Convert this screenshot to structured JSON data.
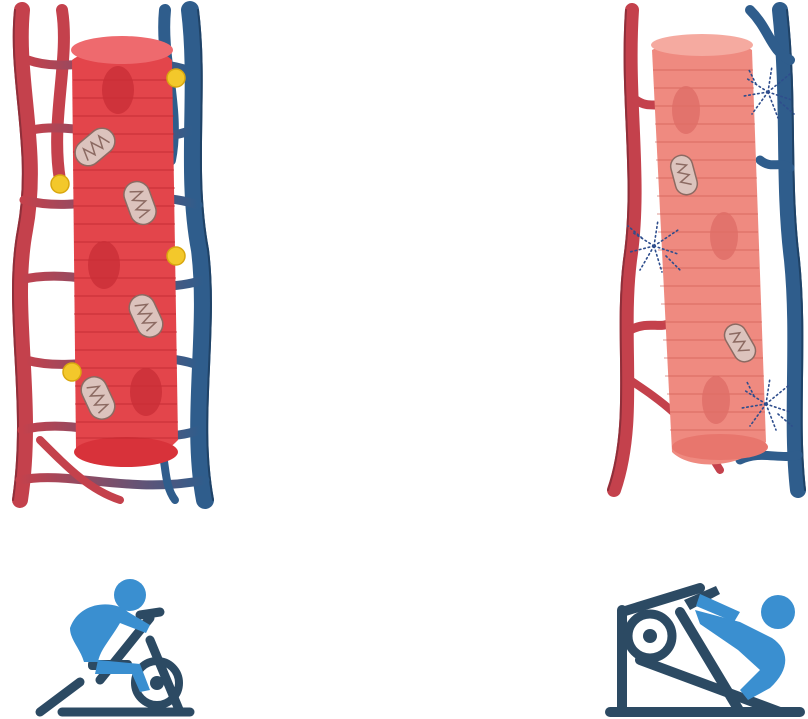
{
  "panels": [
    {
      "id": "endurance",
      "fiber": "oxidative-muscle-fiber",
      "icon": "exercise-bike-icon"
    },
    {
      "id": "resistance",
      "fiber": "glycolytic-muscle-fiber",
      "icon": "leg-press-icon"
    }
  ],
  "colors": {
    "artery": "#c4414c",
    "artery_dark": "#8f2f3a",
    "vein": "#2f5d8c",
    "vein_dark": "#1f4266",
    "fiber_red": "#e3454b",
    "fiber_red_light": "#ee6a6e",
    "fiber_pale": "#ef8a80",
    "fiber_pale_light": "#f5aaa0",
    "mitochondria": "#dcc3bd",
    "lipid_droplet": "#f3c82b",
    "glycogen_dots": "#2e4d8c",
    "icon_person": "#3a8fd0",
    "icon_machine": "#2c4a63"
  }
}
